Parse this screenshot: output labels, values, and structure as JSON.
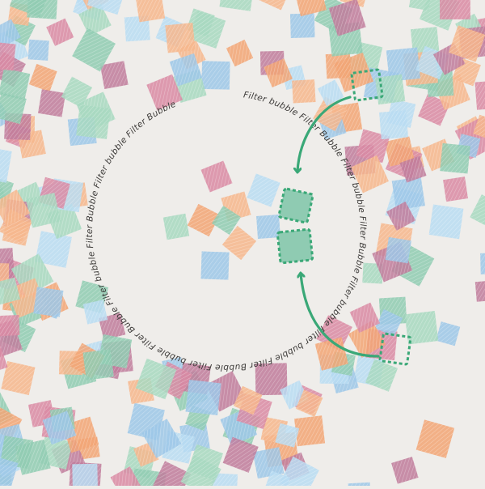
{
  "title_ring": {
    "text": "Filter bubble Filter Bubble Filter bubble Filter Bubble Filter bubble Filter bubble Filter Bubble Filter bubble Filter Bubble Filter bubble Filter Bubble Filter bubble Filter Bubble"
  },
  "colors": {
    "background": "#efedea",
    "pink": "#d98aa3",
    "purple": "#c07b9b",
    "orange": "#f2a574",
    "peach": "#f6b68c",
    "blue": "#9cc7e8",
    "lightblue": "#b8dcf2",
    "green": "#8fcbb2",
    "mint": "#a7d8c0",
    "arrow": "#3aa877"
  },
  "legend_items": [
    {
      "id": "incoming-top",
      "icon": "dashed-square-icon",
      "state": "outside-to-inside"
    },
    {
      "id": "incoming-bottom",
      "icon": "dashed-square-icon",
      "state": "outside-to-inside"
    }
  ]
}
